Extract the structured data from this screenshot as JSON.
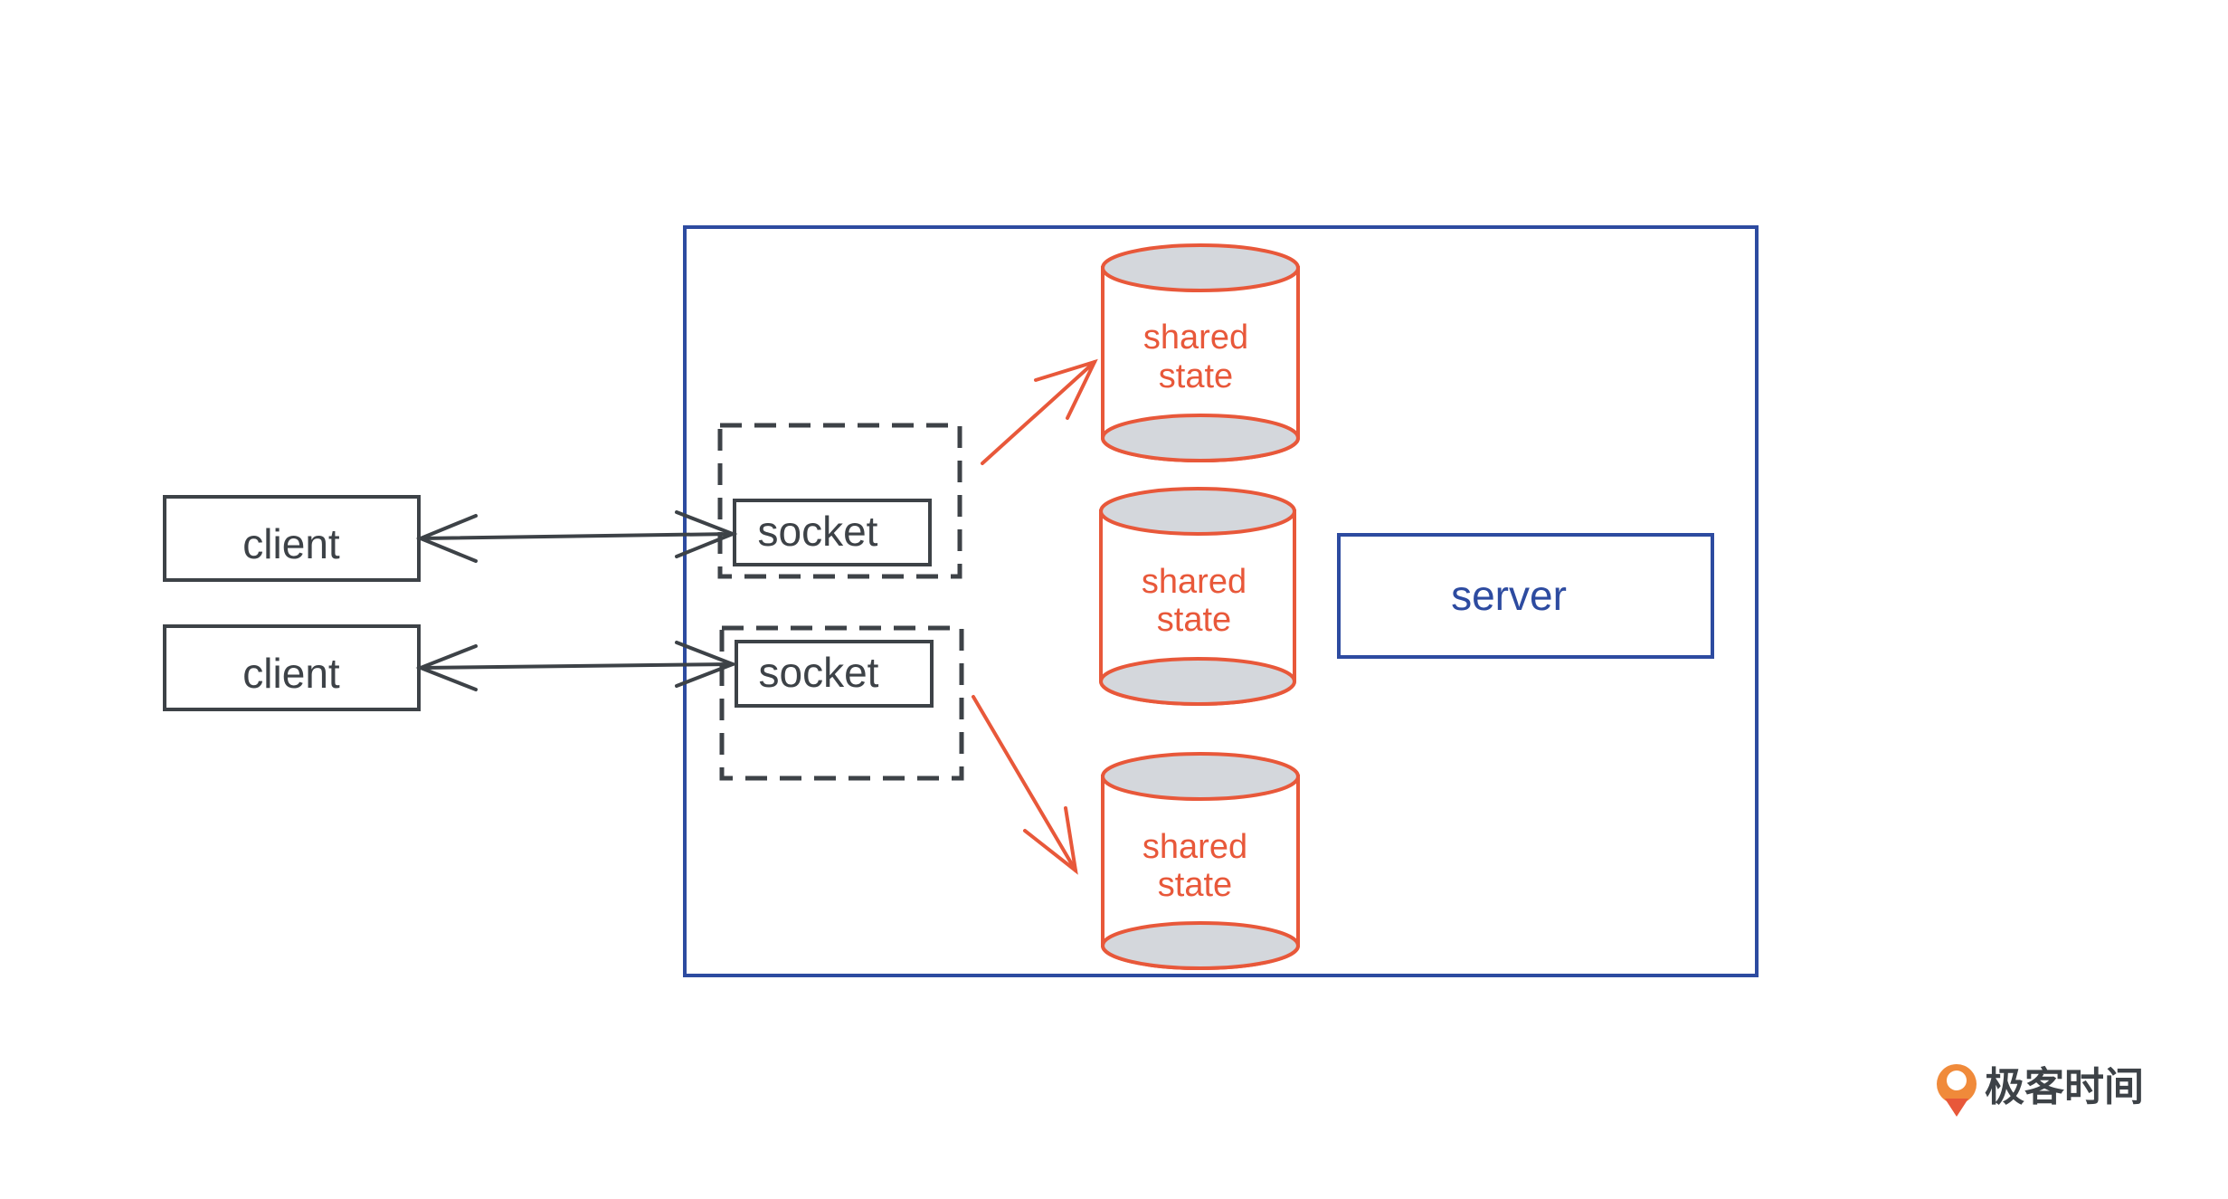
{
  "diagram": {
    "clients": [
      {
        "label": "client"
      },
      {
        "label": "client"
      }
    ],
    "sockets": [
      {
        "label": "socket"
      },
      {
        "label": "socket"
      }
    ],
    "shared_states": [
      {
        "line1": "shared",
        "line2": "state"
      },
      {
        "line1": "shared",
        "line2": "state"
      },
      {
        "line1": "shared",
        "line2": "state"
      }
    ],
    "server": {
      "label": "server"
    }
  },
  "brand": {
    "text": "极客时间"
  },
  "colors": {
    "server_border": "#2d4ba0",
    "dark": "#3d4247",
    "accent": "#e8583a",
    "cylinder_fill": "#d4d7dc"
  }
}
